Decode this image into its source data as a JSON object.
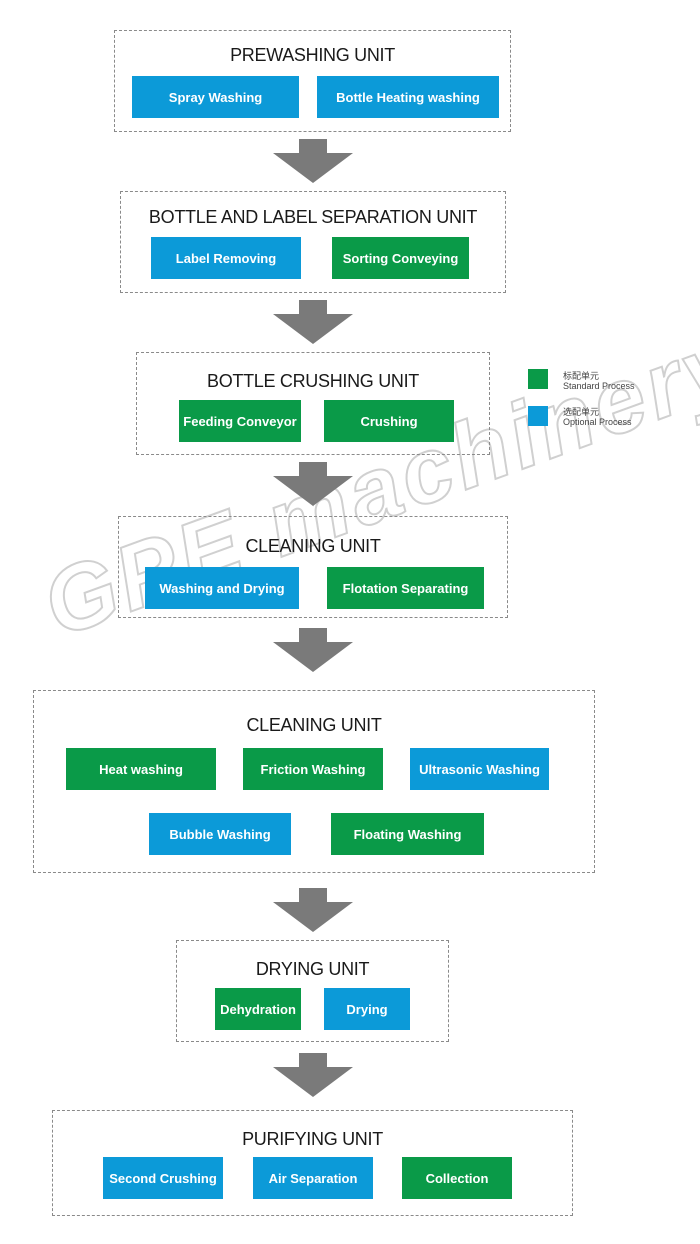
{
  "units": [
    {
      "title": "PREWASHING UNIT",
      "processes": [
        {
          "label": "Spray Washing",
          "type": "optional"
        },
        {
          "label": "Bottle Heating washing",
          "type": "optional"
        }
      ]
    },
    {
      "title": "BOTTLE AND LABEL SEPARATION UNIT",
      "processes": [
        {
          "label": "Label Removing",
          "type": "optional"
        },
        {
          "label": "Sorting Conveying",
          "type": "standard"
        }
      ]
    },
    {
      "title": "BOTTLE CRUSHING UNIT",
      "processes": [
        {
          "label": "Feeding Conveyor",
          "type": "standard"
        },
        {
          "label": "Crushing",
          "type": "standard"
        }
      ]
    },
    {
      "title": "CLEANING UNIT",
      "processes": [
        {
          "label": "Washing and Drying",
          "type": "optional"
        },
        {
          "label": "Flotation Separating",
          "type": "standard"
        }
      ]
    },
    {
      "title": "CLEANING UNIT",
      "processes": [
        {
          "label": "Heat washing",
          "type": "standard"
        },
        {
          "label": "Friction Washing",
          "type": "standard"
        },
        {
          "label": "Ultrasonic Washing",
          "type": "optional"
        },
        {
          "label": "Bubble Washing",
          "type": "optional"
        },
        {
          "label": "Floating Washing",
          "type": "standard"
        }
      ]
    },
    {
      "title": "DRYING UNIT",
      "processes": [
        {
          "label": "Dehydration",
          "type": "standard"
        },
        {
          "label": "Drying",
          "type": "optional"
        }
      ]
    },
    {
      "title": "PURIFYING UNIT",
      "processes": [
        {
          "label": "Second Crushing",
          "type": "optional"
        },
        {
          "label": "Air Separation",
          "type": "optional"
        },
        {
          "label": "Collection",
          "type": "standard"
        }
      ]
    }
  ],
  "legend": {
    "standard": {
      "cn": "标配单元",
      "en": "Standard Process",
      "color": "#0a9a48"
    },
    "optional": {
      "cn": "选配单元",
      "en": "Optional Process",
      "color": "#0c9ad8"
    }
  },
  "watermark": "GPE machinery",
  "colors": {
    "arrow": "#7a7a7a",
    "border": "#8a8a8a"
  }
}
